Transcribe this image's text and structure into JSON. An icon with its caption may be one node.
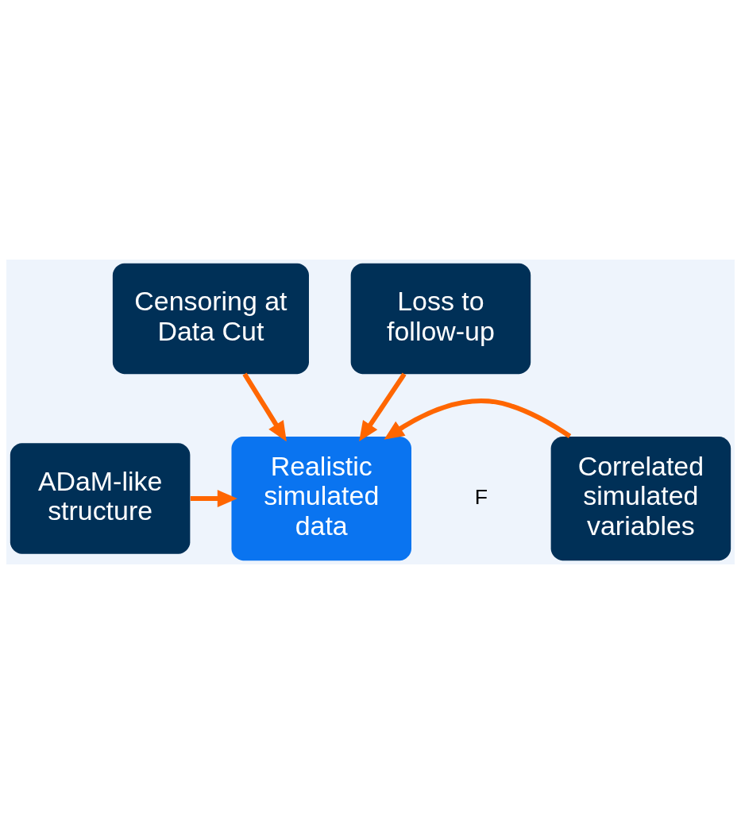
{
  "diagram": {
    "nodes": [
      {
        "text": [
          "Censoring at Data Cut"
        ]
      },
      {
        "text": [
          "Loss to follow-up"
        ]
      },
      {
        "text": [
          "Realistic simulated data"
        ]
      },
      {
        "text": [
          "ADaM-like structure"
        ]
      },
      {
        "text": [
          "Correlated simulated variables"
        ]
      }
    ],
    "edges": [
      {
        "from": 0,
        "to": 2,
        "arrow": "to"
      },
      {
        "from": 3,
        "to": 2,
        "arrow": "to"
      },
      {
        "from": 1,
        "to": 2,
        "arrow": "to"
      },
      {
        "from": 4,
        "to": 2,
        "arrow": "to"
      }
    ],
    "labels": [
      "F"
    ]
  }
}
